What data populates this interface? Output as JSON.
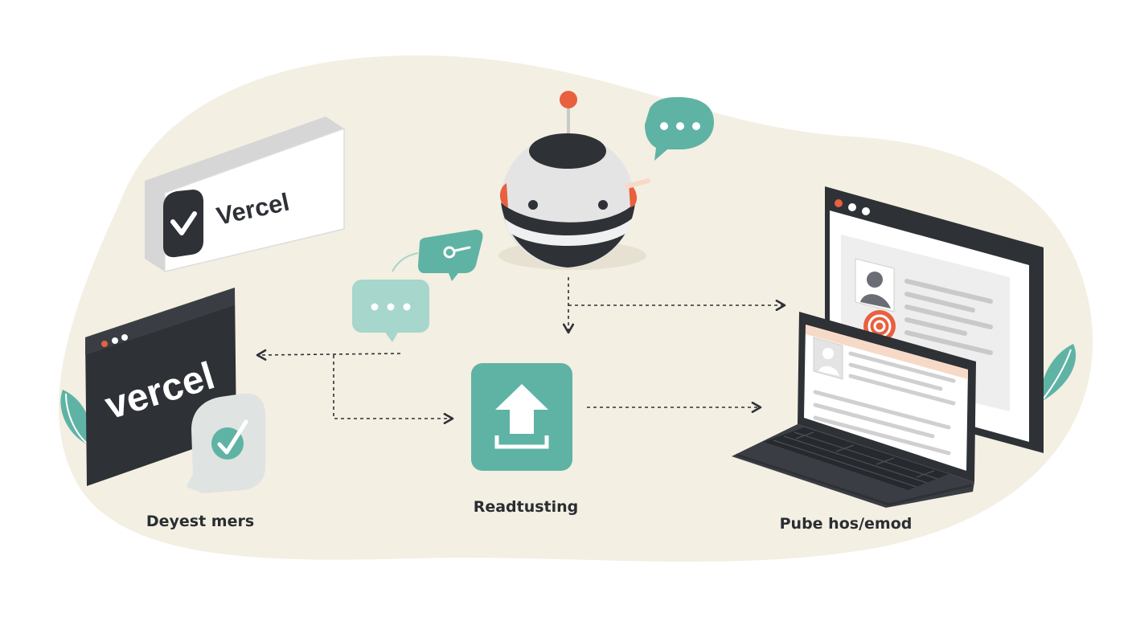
{
  "labels": {
    "vercel_badge": "Vercel",
    "vercel_window": "vercel",
    "left_caption": "Deyest mers",
    "center_caption": "Readtusting",
    "right_caption": "Pube hos/emod"
  },
  "colors": {
    "background_blob": "#f3efe2",
    "teal": "#5fb3a4",
    "teal_light": "#a6d6cc",
    "dark": "#2e3136",
    "accent_red": "#e8603f",
    "peach": "#f7d9c8"
  },
  "icons": {
    "robot": "robot-icon",
    "upload": "upload-icon",
    "vercel_logo": "vercel-logo-icon",
    "checkmark": "checkmark-icon",
    "user": "user-icon",
    "fingerprint": "fingerprint-icon",
    "chat_dots": "chat-dots-icon",
    "search": "search-icon",
    "leaf": "leaf-icon"
  }
}
